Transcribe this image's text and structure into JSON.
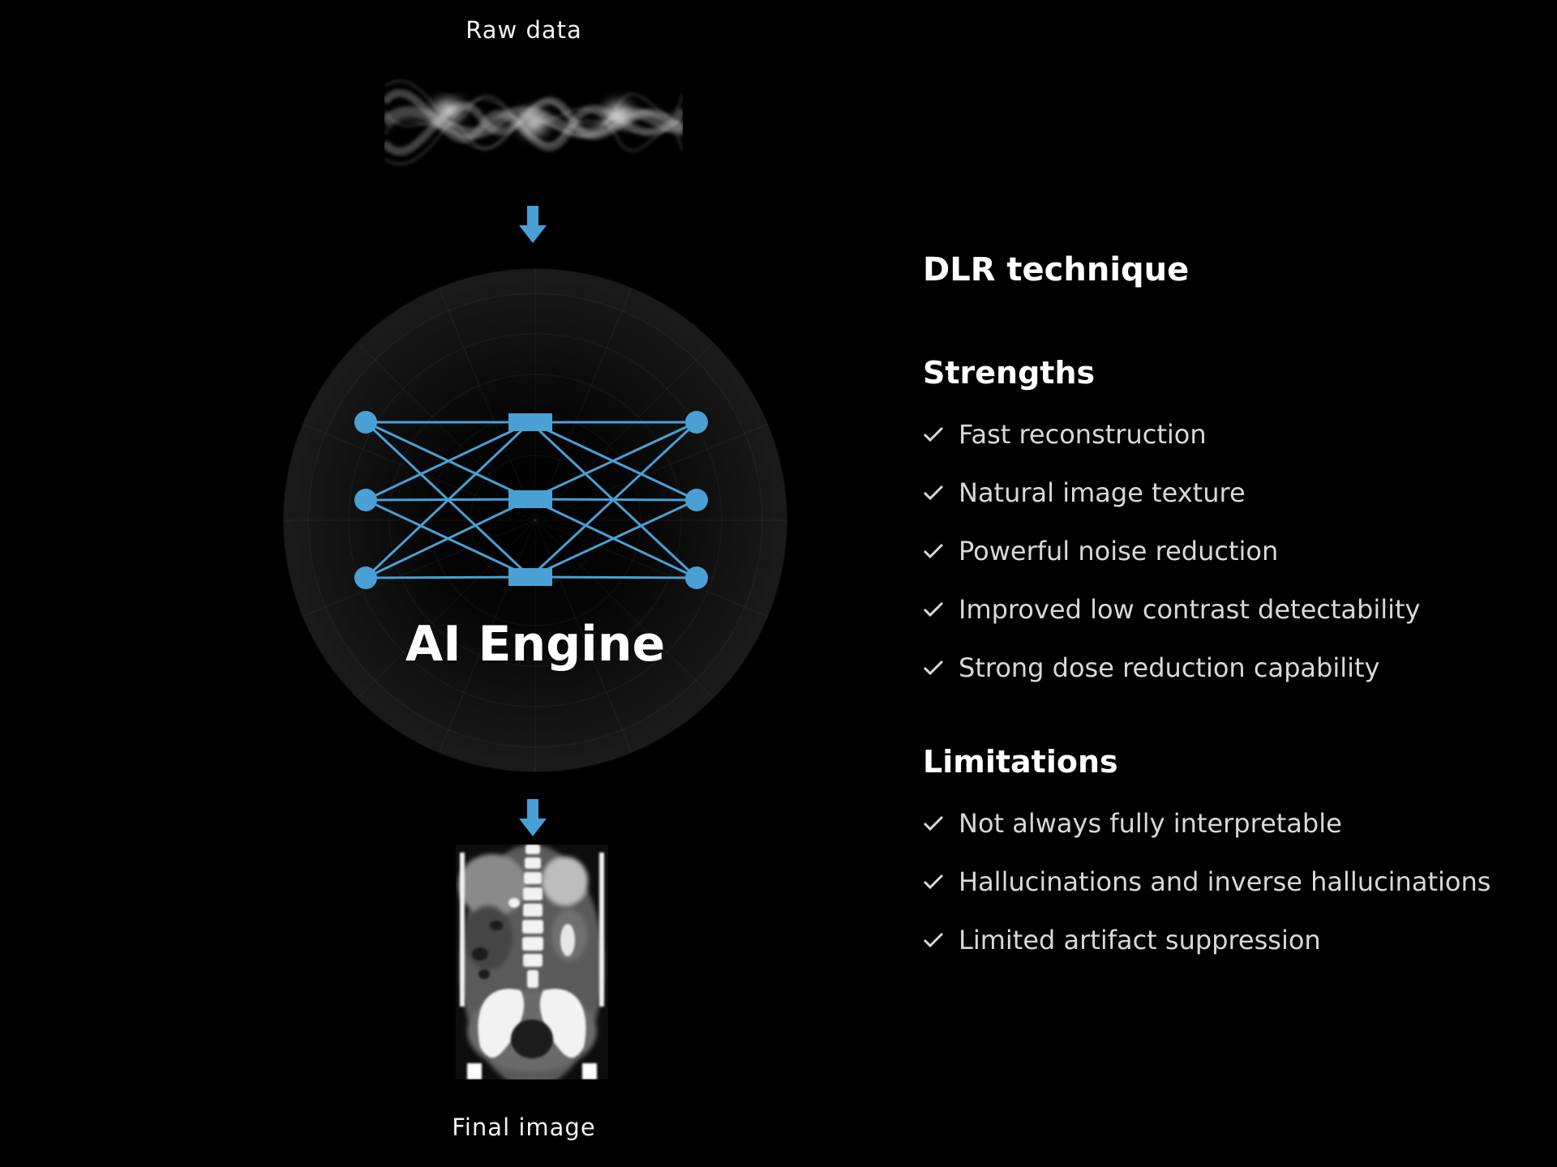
{
  "diagram": {
    "input_label": "Raw data",
    "engine_label": "AI Engine",
    "output_label": "Final image"
  },
  "panel": {
    "title": "DLR technique",
    "strengths": {
      "heading": "Strengths",
      "items": [
        "Fast reconstruction",
        "Natural image texture",
        "Powerful noise reduction",
        "Improved low contrast detectability",
        "Strong dose reduction capability"
      ]
    },
    "limitations": {
      "heading": "Limitations",
      "items": [
        "Not always fully interpretable",
        "Hallucinations and inverse hallucinations",
        "Limited artifact suppression"
      ]
    }
  },
  "colors": {
    "accent": "#4a9fd4",
    "background": "#000000",
    "text": "#ffffff",
    "list_text": "#d8d8d8"
  },
  "icons": [
    "arrow-down-icon",
    "check-icon",
    "neural-network-icon"
  ]
}
